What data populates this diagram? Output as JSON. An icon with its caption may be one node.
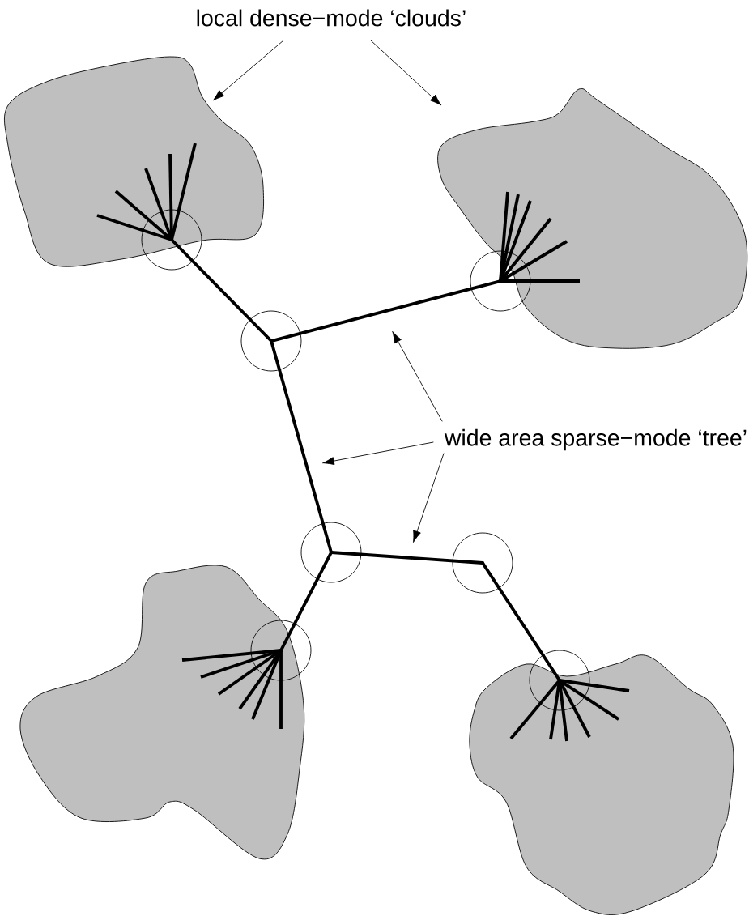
{
  "diagram": {
    "nodes": [
      {
        "text": [
          "local dense−mode ‘clouds’"
        ]
      },
      {
        "text": [],
        "shape": "cloud"
      },
      {
        "text": [],
        "shape": "cloud"
      },
      {
        "text": [],
        "shape": "cloud"
      },
      {
        "text": [],
        "shape": "cloud"
      },
      {
        "text": [
          "wide area sparse−mode ‘tree’"
        ]
      },
      {
        "text": [],
        "shape": "circle",
        "in": 1
      },
      {
        "text": [],
        "shape": "circle",
        "in": 2
      },
      {
        "text": [],
        "shape": "circle"
      },
      {
        "text": [],
        "shape": "circle"
      },
      {
        "text": [],
        "shape": "circle"
      },
      {
        "text": [],
        "shape": "circle",
        "in": 3
      },
      {
        "text": [],
        "shape": "circle",
        "in": 4
      }
    ],
    "edges": [
      {
        "from": 0,
        "to": 1,
        "arrow": "to"
      },
      {
        "from": 0,
        "to": 2,
        "arrow": "to"
      },
      {
        "from": 5,
        "to": null,
        "arrow": "to"
      },
      {
        "from": 5,
        "to": null,
        "arrow": "to"
      },
      {
        "from": 5,
        "to": null,
        "arrow": "to"
      },
      {
        "from": 6,
        "to": 8,
        "arrow": "none"
      },
      {
        "from": 8,
        "to": 7,
        "arrow": "none"
      },
      {
        "from": 8,
        "to": 9,
        "arrow": "none"
      },
      {
        "from": 9,
        "to": 10,
        "arrow": "none"
      },
      {
        "from": 9,
        "to": 11,
        "arrow": "none"
      },
      {
        "from": 10,
        "to": 12,
        "arrow": "none"
      }
    ]
  }
}
